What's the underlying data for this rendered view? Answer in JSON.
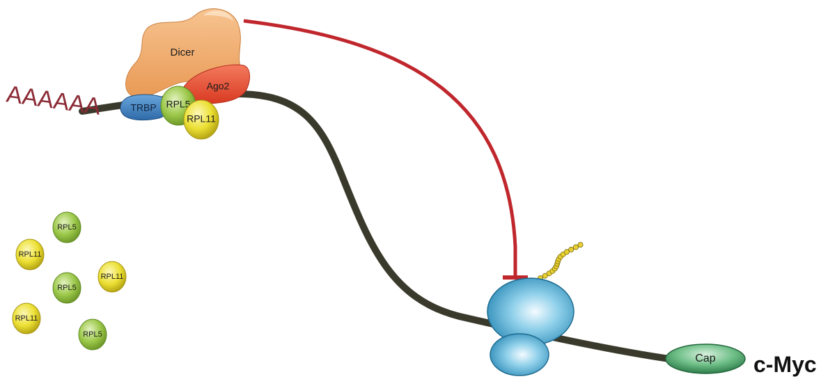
{
  "labels": {
    "poly_a": "AAAAAA",
    "dicer": "Dicer",
    "ago2": "Ago2",
    "trbp": "TRBP",
    "rpl5": "RPL5",
    "rpl11": "RPL11",
    "cap": "Cap",
    "gene": "c-Myc"
  },
  "free_proteins": [
    {
      "label": "RPL5",
      "kind": "rpl5"
    },
    {
      "label": "RPL11",
      "kind": "rpl11"
    },
    {
      "label": "RPL11",
      "kind": "rpl11"
    },
    {
      "label": "RPL5",
      "kind": "rpl5"
    },
    {
      "label": "RPL11",
      "kind": "rpl11"
    },
    {
      "label": "RPL5",
      "kind": "rpl5"
    }
  ],
  "colors": {
    "mrna": "#3a3a2c",
    "inhibition": "#c0272d",
    "dicer": "#f0a868",
    "ago2": "#e85538",
    "trbp": "#3d7fc0",
    "rpl5": "#8dbb3c",
    "rpl11": "#e6d62a",
    "ribosome": "#4aa8d0",
    "cap": "#3f9a62",
    "peptide": "#e8d030"
  }
}
